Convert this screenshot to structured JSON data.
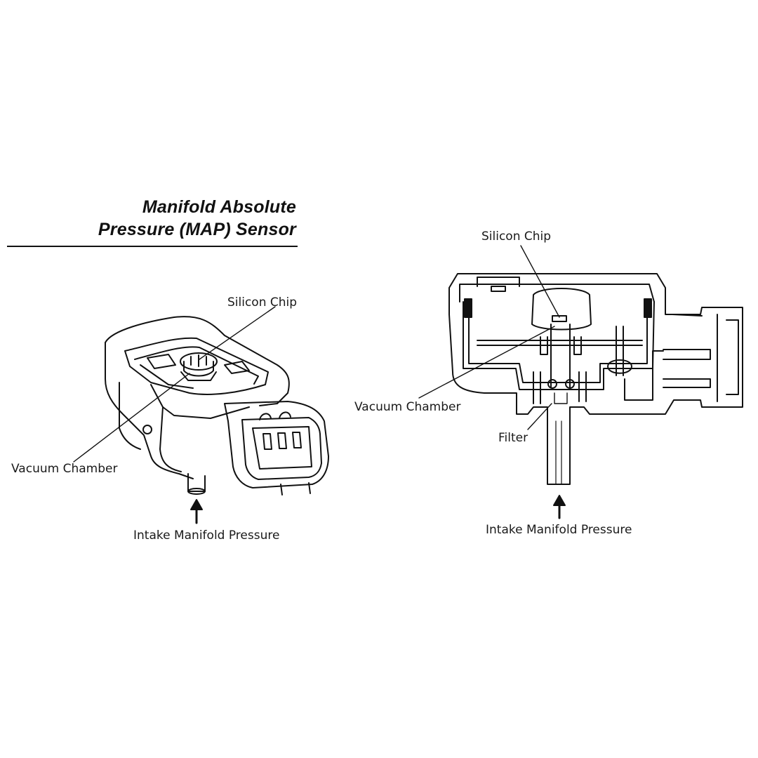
{
  "title": {
    "line1": "Manifold Absolute",
    "line2": "Pressure (MAP) Sensor"
  },
  "left_figure": {
    "silicon_chip": "Silicon Chip",
    "vacuum_chamber": "Vacuum Chamber",
    "intake_pressure": "Intake Manifold Pressure"
  },
  "right_figure": {
    "silicon_chip": "Silicon Chip",
    "vacuum_chamber": "Vacuum Chamber",
    "filter": "Filter",
    "intake_pressure": "Intake Manifold Pressure"
  },
  "colors": {
    "ink": "#111111",
    "paper": "#ffffff"
  }
}
